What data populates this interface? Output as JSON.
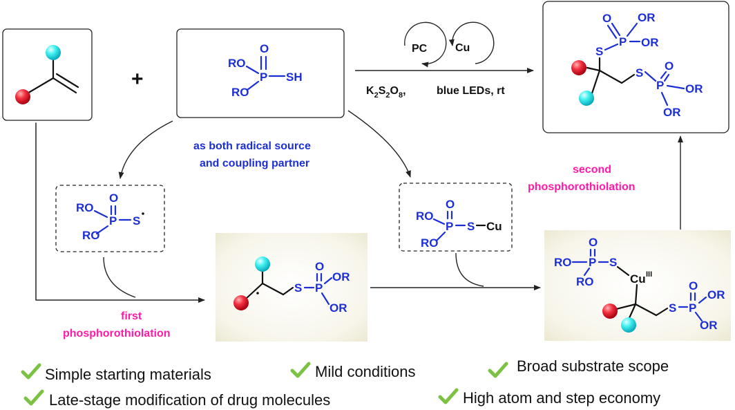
{
  "reagent": {
    "ro_top": "RO",
    "ro_bottom": "RO",
    "p": "P",
    "o": "O",
    "sh": "SH"
  },
  "plus": "+",
  "conditions": {
    "pc": "PC",
    "cu": "Cu",
    "line2": "blue LEDs, rt"
  },
  "dual_role": {
    "line1": "as both radical source",
    "line2": "and coupling partner"
  },
  "step1_label": {
    "line1": "first",
    "line2": "phosphorothiolation"
  },
  "step2_label": {
    "line1": "second",
    "line2": "phosphorothiolation"
  },
  "radical": {
    "ro1": "RO",
    "ro2": "RO",
    "p": "P",
    "o": "O",
    "s": "S"
  },
  "cu_species": {
    "ro1": "RO",
    "ro2": "RO",
    "p": "P",
    "o": "O",
    "s": "S",
    "cu": "Cu"
  },
  "intermediate": {
    "s": "S",
    "p": "P",
    "o": "O",
    "or1": "OR",
    "or2": "OR"
  },
  "cu3_complex": {
    "ro1": "RO",
    "ro2": "RO",
    "p1": "P",
    "o1": "O",
    "s1": "S",
    "cu": "Cu",
    "cu_ox": "III",
    "s2": "S",
    "p2": "P",
    "o2": "O",
    "or1": "OR",
    "or2": "OR"
  },
  "product": {
    "o1": "O",
    "p1": "P",
    "or1": "OR",
    "or2": "OR",
    "s1": "S",
    "s2": "S",
    "p2": "P",
    "o2": "O",
    "or3": "OR",
    "or4": "OR"
  },
  "features": [
    "Simple starting materials",
    "Mild conditions",
    "Broad substrate scope",
    "Late-stage modification of drug molecules",
    "High atom and step economy"
  ],
  "colors": {
    "text_blue": "#1c2fd6",
    "highlight_pink": "#ff1aa8",
    "check_green": "#7cc242",
    "red_ball": "#e8172a",
    "cyan_ball": "#2fe6e6",
    "panel_bg": "#f3f1e2"
  }
}
